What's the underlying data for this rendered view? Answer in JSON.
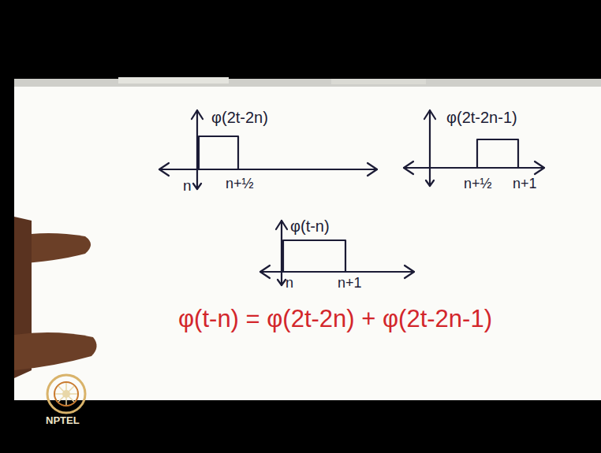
{
  "diagram": {
    "labels": [
      "φ(2t-2n)",
      "n",
      "n+½",
      "φ(2t-2n-1)",
      "n+½",
      "n+1",
      "φ(t-n)",
      "n",
      "n+1",
      "φ(t-n) = φ(2t-2n) + φ(2t-2n-1)",
      "NPTEL"
    ]
  }
}
